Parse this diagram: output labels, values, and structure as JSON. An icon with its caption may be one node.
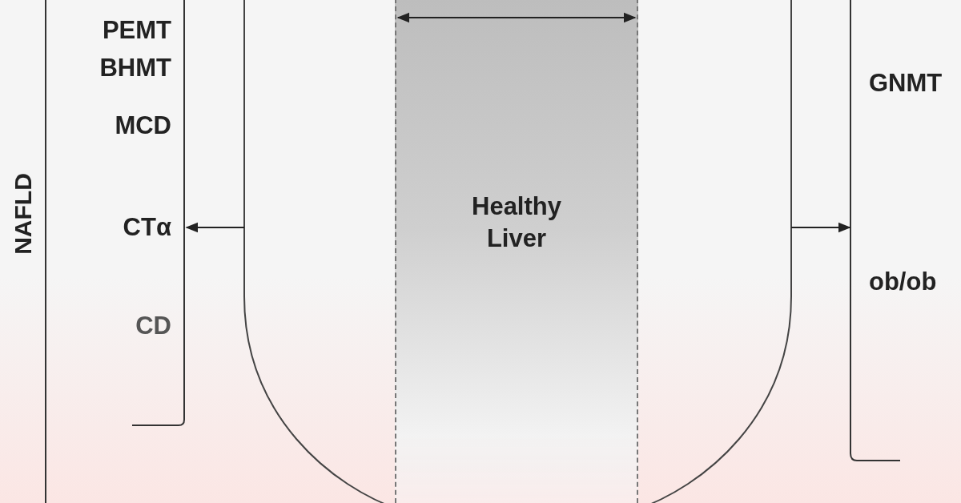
{
  "diagram": {
    "nodes": [
      {
        "text": [
          "PEMT",
          "BHMT",
          "MCD",
          "CTα",
          "CD"
        ]
      },
      {
        "text": [],
        "shape": "arc"
      },
      {
        "text": [
          "Healthy Liver"
        ],
        "in": 1
      },
      {
        "text": [
          "GNMT",
          "ob/ob"
        ]
      }
    ],
    "edges": [
      {
        "from": 1,
        "to": 0,
        "arrow": "to"
      },
      {
        "from": 1,
        "to": 3,
        "arrow": "to"
      }
    ],
    "labels": [
      "NAFLD"
    ]
  }
}
